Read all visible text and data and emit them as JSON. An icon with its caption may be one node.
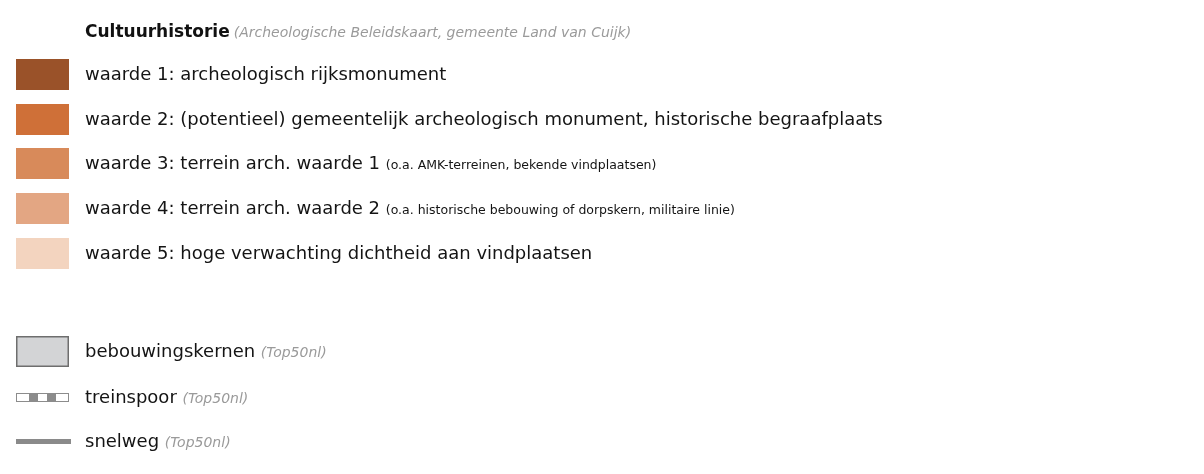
{
  "diagram": {
    "title": "Cultuurhistorie",
    "labels": [
      "(Archeologische Beleidskaart, gemeente Land van Cuijk)"
    ],
    "legend": [
      {
        "text": "waarde 1: archeologisch rijksmonument",
        "color": "#9a5229"
      },
      {
        "text": "waarde 2: (potentieel) gemeentelijk archeologisch monument, historische begraafplaats",
        "color": "#cf7038"
      },
      {
        "text": "waarde 3: terrein arch. waarde 1 (o.a. AMK-terreinen, bekende vindplaatsen)",
        "color": "#d88a5a"
      },
      {
        "text": "waarde 4: terrein arch. waarde 2 (o.a. historische bebouwing of dorpskern, militaire linie)",
        "color": "#e3a683"
      },
      {
        "text": "waarde 5: hoge verwachting dichtheid aan vindplaatsen",
        "color": "#f3d4bf"
      },
      {
        "text": "bebouwingskernen *(Top50nl)*",
        "color": "#d3d4d6"
      },
      {
        "text": "treinspoor *(Top50nl)*"
      },
      {
        "text": "snelweg *(Top50nl)*"
      }
    ]
  }
}
